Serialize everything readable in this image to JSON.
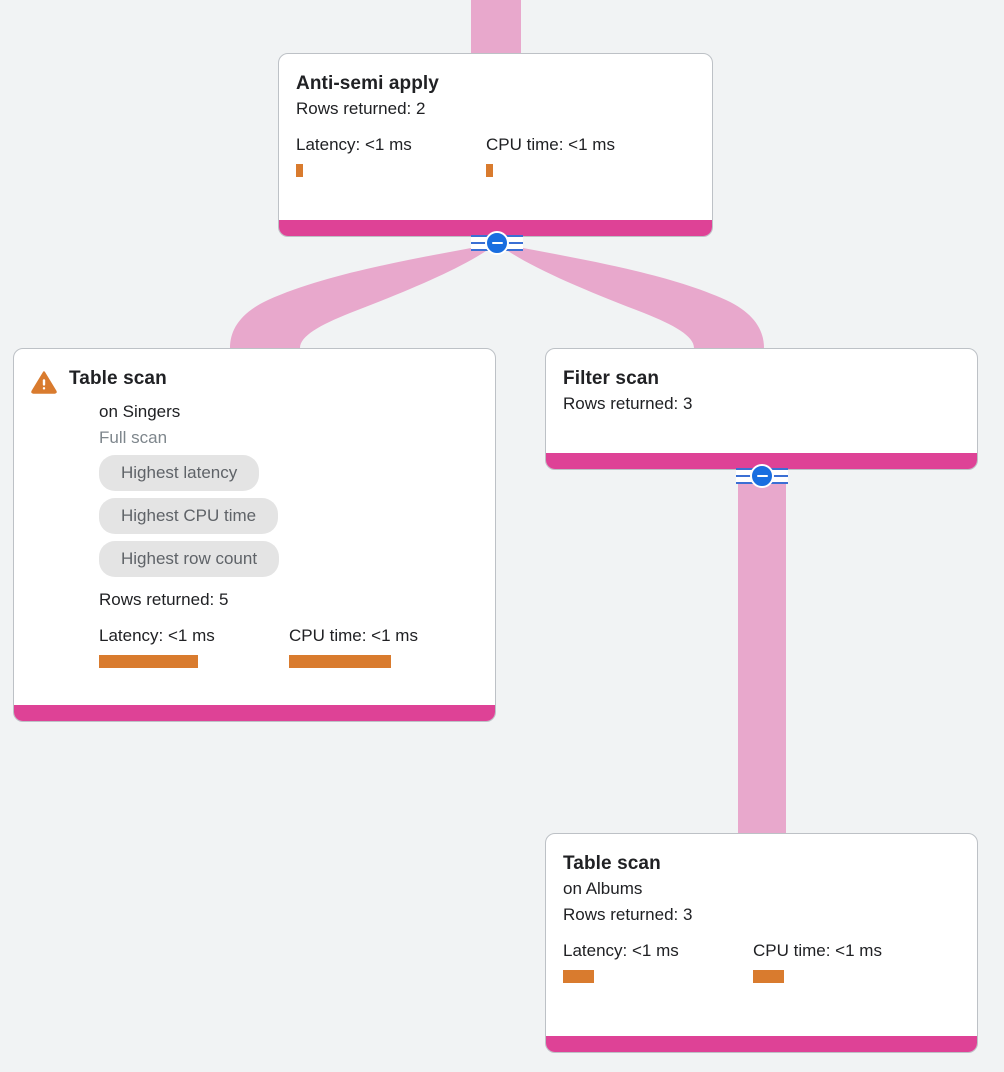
{
  "theme": {
    "background": "#F1F3F4",
    "card_bg": "#FFFFFF",
    "card_border": "#BDC1C6",
    "footer_pink": "#DE4296",
    "edge_pink": "#E8A8CC",
    "metric_orange": "#D97B2E",
    "chip_bg": "#E4E4E4",
    "chip_text": "#5F6368",
    "toggle_blue": "#1A6EE0",
    "warning_orange": "#D97B2E"
  },
  "graph": {
    "nodes": [
      {
        "id": "anti-semi-apply",
        "title": "Anti-semi apply",
        "rows_returned": "Rows returned: 2",
        "latency_label": "Latency: <1 ms",
        "cpu_label": "CPU time: <1 ms",
        "latency_bar_width": 7,
        "cpu_bar_width": 7,
        "has_warning": false
      },
      {
        "id": "table-scan-singers",
        "title": "Table scan",
        "target": "on Singers",
        "scan_type": "Full scan",
        "chips": [
          "Highest latency",
          "Highest CPU time",
          "Highest row count"
        ],
        "rows_returned": "Rows returned: 5",
        "latency_label": "Latency: <1 ms",
        "cpu_label": "CPU time: <1 ms",
        "latency_bar_width": 99,
        "cpu_bar_width": 102,
        "has_warning": true
      },
      {
        "id": "filter-scan",
        "title": "Filter scan",
        "rows_returned": "Rows returned: 3",
        "has_warning": false
      },
      {
        "id": "table-scan-albums",
        "title": "Table scan",
        "target": "on Albums",
        "rows_returned": "Rows returned: 3",
        "latency_label": "Latency: <1 ms",
        "cpu_label": "CPU time: <1 ms",
        "latency_bar_width": 31,
        "cpu_bar_width": 31,
        "has_warning": false
      }
    ],
    "toggles": [
      {
        "id": "toggle-anti-semi-apply",
        "state": "expanded",
        "icon": "minus-circle-icon"
      },
      {
        "id": "toggle-filter-scan",
        "state": "expanded",
        "icon": "minus-circle-icon"
      }
    ],
    "icons": {
      "warning": "warning-triangle-icon",
      "collapse": "minus-circle-icon"
    }
  }
}
